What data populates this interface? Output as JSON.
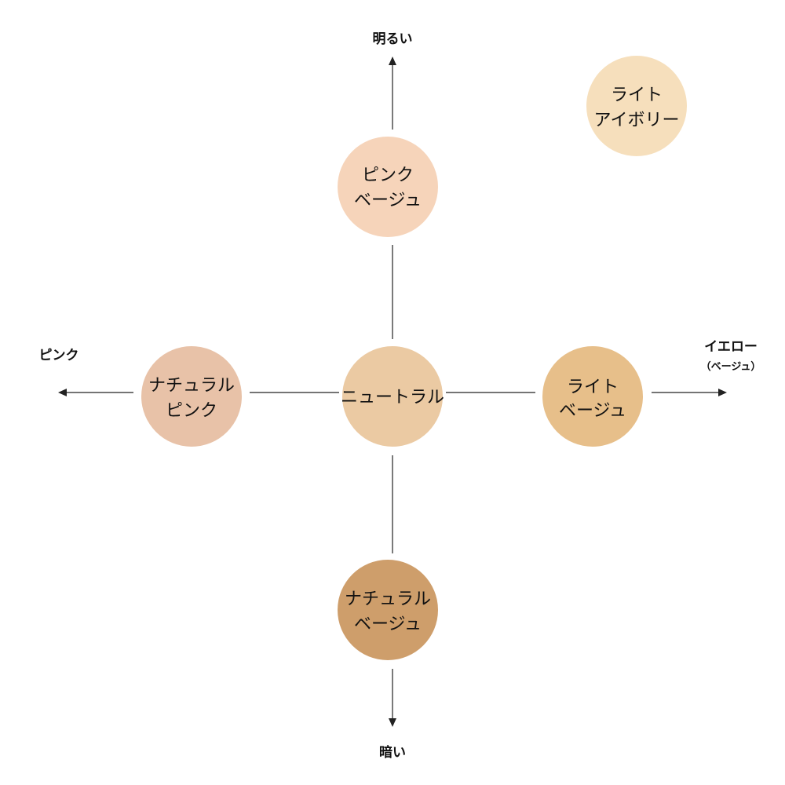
{
  "axes": {
    "top": {
      "label": "明るい"
    },
    "bottom": {
      "label": "暗い"
    },
    "left": {
      "label": "ピンク"
    },
    "right": {
      "label": "イエロー",
      "sublabel": "（ベージュ）"
    }
  },
  "swatches": [
    {
      "id": "light-ivory",
      "lines": [
        "ライト",
        "アイボリー"
      ],
      "color": "#F6DFBC"
    },
    {
      "id": "pink-beige",
      "lines": [
        "ピンク",
        "ベージュ"
      ],
      "color": "#F6D4BA"
    },
    {
      "id": "natural-pink",
      "lines": [
        "ナチュラル",
        "ピンク"
      ],
      "color": "#E8C2A8"
    },
    {
      "id": "neutral",
      "lines": [
        "ニュートラル"
      ],
      "color": "#EBCAA3"
    },
    {
      "id": "light-beige",
      "lines": [
        "ライト",
        "ベージュ"
      ],
      "color": "#E7BF8A"
    },
    {
      "id": "natural-beige",
      "lines": [
        "ナチュラル",
        "ベージュ"
      ],
      "color": "#CE9E6B"
    }
  ]
}
